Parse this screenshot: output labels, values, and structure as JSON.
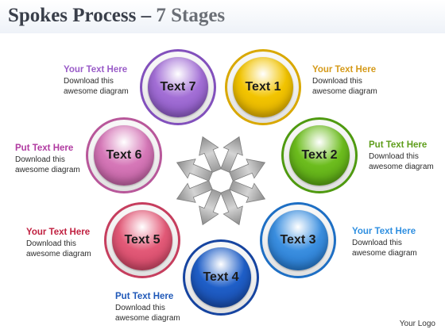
{
  "title": {
    "main": "Spokes Process – ",
    "sub": "7 Stages"
  },
  "stages": [
    {
      "label": "Text 1",
      "color": "#f2c400",
      "ring": "#d9a800"
    },
    {
      "label": "Text 2",
      "color": "#6dbd1e",
      "ring": "#4f9a10"
    },
    {
      "label": "Text 3",
      "color": "#3b8fe0",
      "ring": "#1e6fc4"
    },
    {
      "label": "Text 4",
      "color": "#1f5fc8",
      "ring": "#1644a0"
    },
    {
      "label": "Text 5",
      "color": "#e35a78",
      "ring": "#c63e5e"
    },
    {
      "label": "Text 6",
      "color": "#d678b8",
      "ring": "#b8579a"
    },
    {
      "label": "Text 7",
      "color": "#a36fd6",
      "ring": "#8250bc"
    }
  ],
  "notes": [
    {
      "heading": "Your Text Here",
      "line1": "Download this",
      "line2": "awesome diagram",
      "color": "#d59a1a"
    },
    {
      "heading": "Put Text Here",
      "line1": "Download this",
      "line2": "awesome diagram",
      "color": "#5f9e1c"
    },
    {
      "heading": "Your Text Here",
      "line1": "Download this",
      "line2": "awesome diagram",
      "color": "#2f8fe0"
    },
    {
      "heading": "Put Text Here",
      "line1": "Download this",
      "line2": "awesome diagram",
      "color": "#1f58b8"
    },
    {
      "heading": "Your Text Here",
      "line1": "Download this",
      "line2": "awesome diagram",
      "color": "#c02040"
    },
    {
      "heading": "Put Text Here",
      "line1": "Download this",
      "line2": "awesome diagram",
      "color": "#b03aa0"
    },
    {
      "heading": "Your Text Here",
      "line1": "Download this",
      "line2": "awesome diagram",
      "color": "#9a5cc8"
    }
  ],
  "logo": "Your Logo"
}
